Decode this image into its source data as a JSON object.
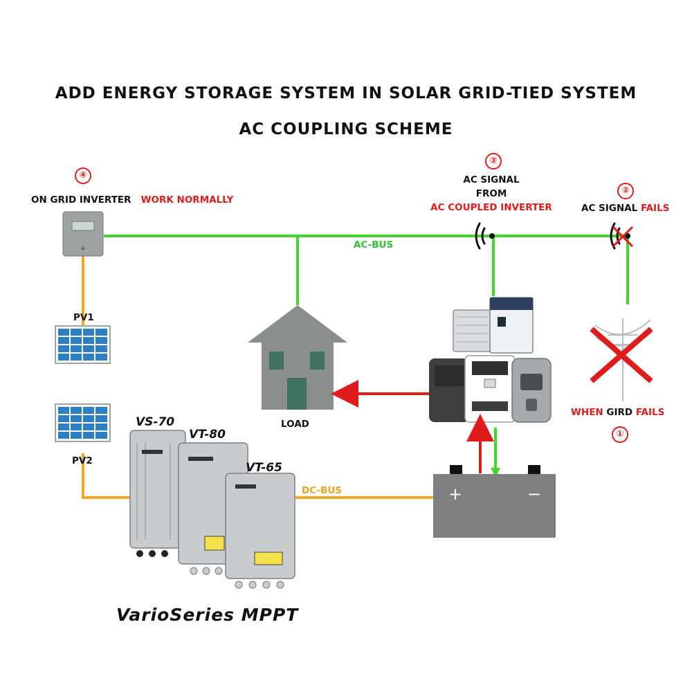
{
  "title": {
    "line1": "ADD ENERGY STORAGE SYSTEM IN SOLAR GRID-TIED SYSTEM",
    "line2": "AC COUPLING SCHEME"
  },
  "markers": {
    "m1": "①",
    "m2": "②",
    "m3": "③",
    "m4": "④"
  },
  "labels": {
    "on_grid_inverter": "ON GRID INVERTER",
    "work_normally": "WORK NORMALLY",
    "ac_signal_from_1": "AC SIGNAL",
    "ac_signal_from_2": "FROM",
    "ac_coupled_inverter": "AC COUPLED INVERTER",
    "ac_signal": "AC SIGNAL",
    "fails": "FAILS",
    "ac_bus": "AC-BUS",
    "dc_bus": "DC-BUS",
    "pv1": "PV1",
    "pv2": "PV2",
    "load": "LOAD",
    "when": "WHEN",
    "gird": "GIRD",
    "fails2": "FAILS",
    "battery_plus": "+",
    "battery_minus": "−"
  },
  "models": {
    "vs70": "VS-70",
    "vt80": "VT-80",
    "vt65": "VT-65"
  },
  "brand": "VarioSeries MPPT",
  "colors": {
    "ac_line": "#44d62c",
    "dc_line": "#f5a623",
    "red_accent": "#e01b1b",
    "house": "#8a8f8c",
    "battery": "#7d7f80"
  }
}
